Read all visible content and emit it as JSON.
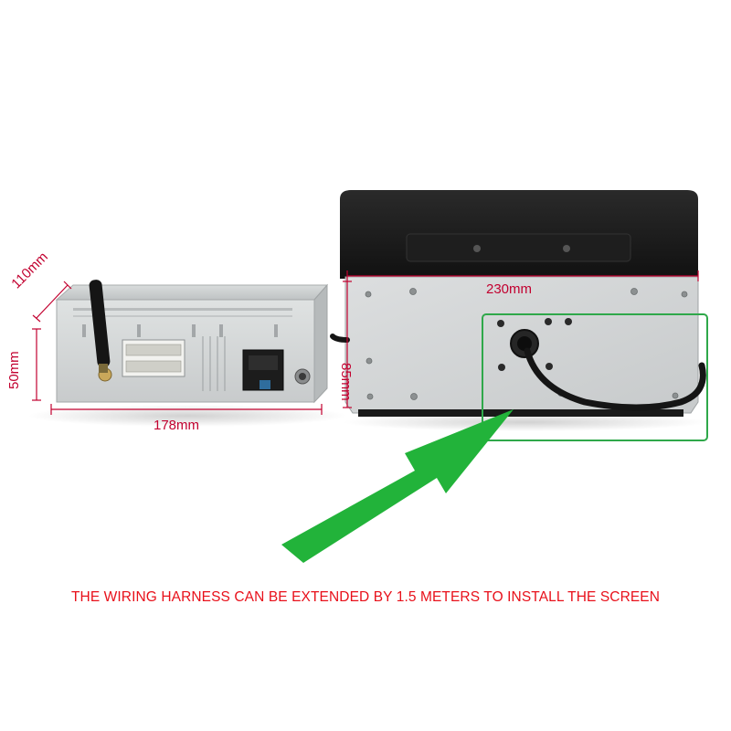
{
  "dimensions": {
    "depth": "110mm",
    "height": "50mm",
    "width": "178mm",
    "screen_width": "230mm",
    "screen_height": "85mm"
  },
  "caption": "THE WIRING HARNESS CAN BE EXTENDED BY 1.5 METERS TO INSTALL THE SCREEN",
  "colors": {
    "dimension": "#c2002f",
    "caption": "#e8101a",
    "highlight_box": "#2fa84a",
    "arrow": "#22b33a"
  },
  "icons": [
    "antenna-icon",
    "arrow-icon"
  ]
}
